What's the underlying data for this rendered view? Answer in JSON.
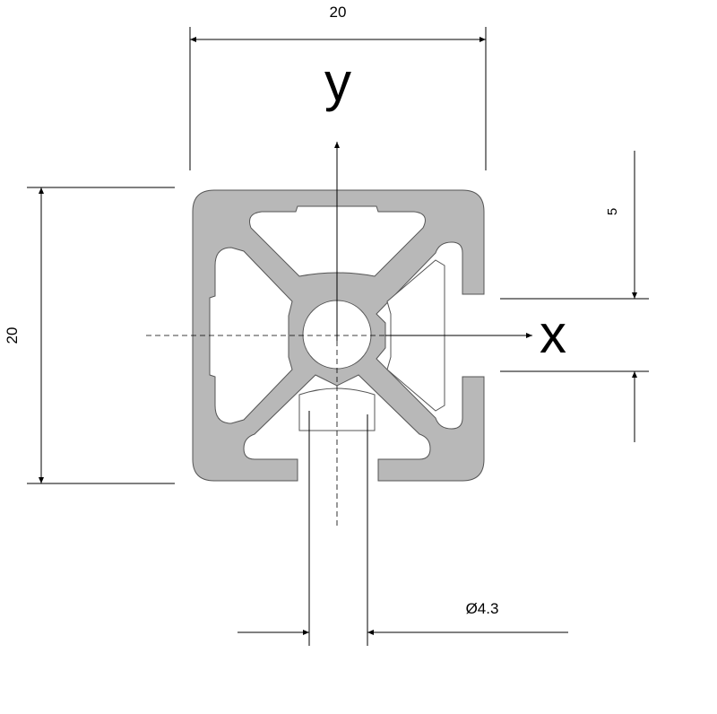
{
  "dimensions": {
    "width": "20",
    "height": "20",
    "slot_offset": "5",
    "bore_diameter": "Ø4.3"
  },
  "axes": {
    "x_label": "x",
    "y_label": "y"
  },
  "colors": {
    "profile_fill": "#b8b8b8",
    "profile_stroke": "#555555",
    "line": "#000000",
    "background": "#ffffff"
  }
}
